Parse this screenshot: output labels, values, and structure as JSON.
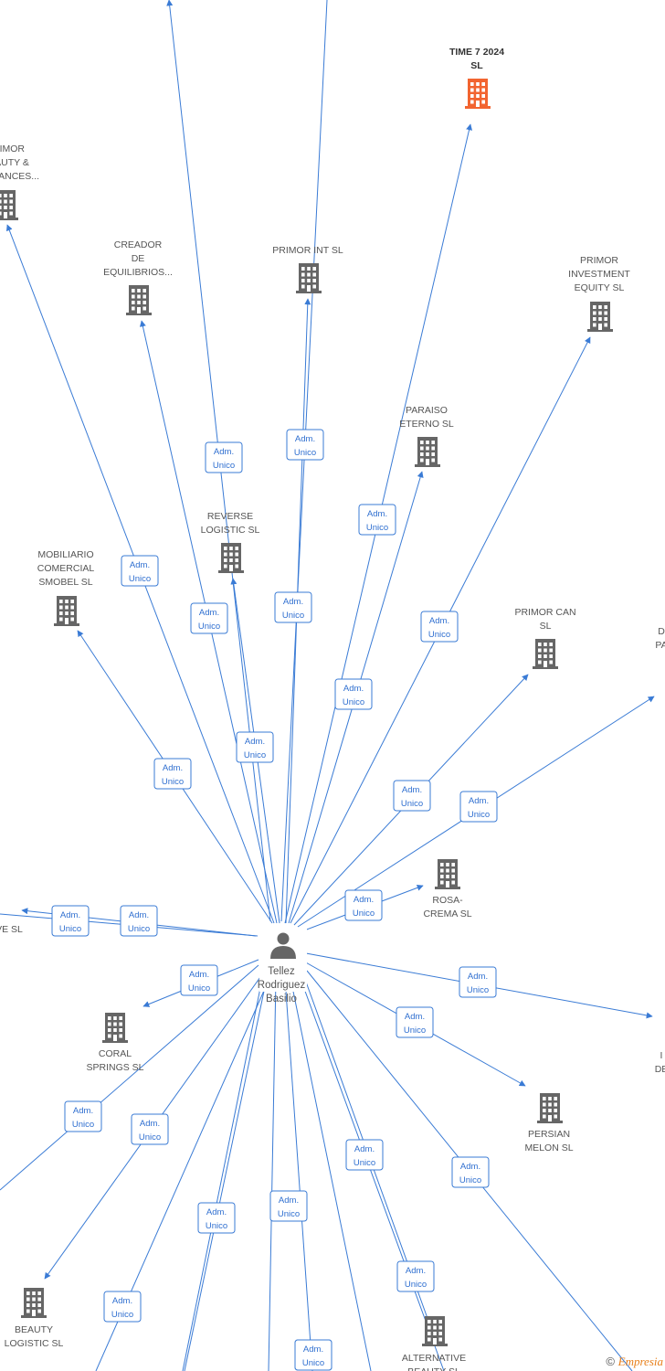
{
  "colors": {
    "edge": "#3a7bd5",
    "node_icon": "#666666",
    "highlight_icon": "#f26430",
    "badge_border": "#3a7bd5",
    "badge_text": "#2f6fd0"
  },
  "center_person": {
    "icon": "person-icon",
    "label_lines": [
      "Tellez",
      "Rodriguez",
      "Basilio"
    ]
  },
  "relation_label_lines": [
    "Adm.",
    "Unico"
  ],
  "companies": [
    {
      "id": "time7",
      "label_lines": [
        "TIME 7 2024",
        "SL"
      ],
      "highlight": true
    },
    {
      "id": "primor_beauty",
      "label_lines": [
        "PRIMOR",
        "BEAUTY &",
        "FRAGANCES..."
      ],
      "highlight": false
    },
    {
      "id": "creador",
      "label_lines": [
        "CREADOR",
        "DE",
        "EQUILIBRIOS..."
      ],
      "highlight": false
    },
    {
      "id": "primor_int",
      "label_lines": [
        "PRIMOR INT  SL"
      ],
      "highlight": false
    },
    {
      "id": "primor_investment",
      "label_lines": [
        "PRIMOR",
        "INVESTMENT",
        "EQUITY  SL"
      ],
      "highlight": false
    },
    {
      "id": "paraiso",
      "label_lines": [
        "PARAISO",
        "ETERNO  SL"
      ],
      "highlight": false
    },
    {
      "id": "reverse",
      "label_lines": [
        "REVERSE",
        "LOGISTIC  SL"
      ],
      "highlight": false
    },
    {
      "id": "mobiliario",
      "label_lines": [
        "MOBILIARIO",
        "COMERCIAL",
        "SMOBEL  SL"
      ],
      "highlight": false
    },
    {
      "id": "primor_can",
      "label_lines": [
        "PRIMOR CAN",
        "SL"
      ],
      "highlight": false
    },
    {
      "id": "right_partial",
      "label_lines": [
        "D",
        "PA"
      ],
      "highlight": false
    },
    {
      "id": "rosa",
      "label_lines": [
        "ROSA-",
        "CREMA SL"
      ],
      "highlight": false
    },
    {
      "id": "left_partial",
      "label_lines": [
        "VE SL"
      ],
      "highlight": false
    },
    {
      "id": "coral",
      "label_lines": [
        "CORAL",
        "SPRINGS SL"
      ],
      "highlight": false
    },
    {
      "id": "persian",
      "label_lines": [
        "PERSIAN",
        "MELON SL"
      ],
      "highlight": false
    },
    {
      "id": "right_partial2",
      "label_lines": [
        "I",
        "DE"
      ],
      "highlight": false
    },
    {
      "id": "beauty_logistic",
      "label_lines": [
        "BEAUTY",
        "LOGISTIC  SL"
      ],
      "highlight": false
    },
    {
      "id": "alternative",
      "label_lines": [
        "ALTERNATIVE",
        "BEAUTY  SL"
      ],
      "highlight": false
    }
  ],
  "footer": {
    "copyright_symbol": "©",
    "brand": "Empresia"
  }
}
